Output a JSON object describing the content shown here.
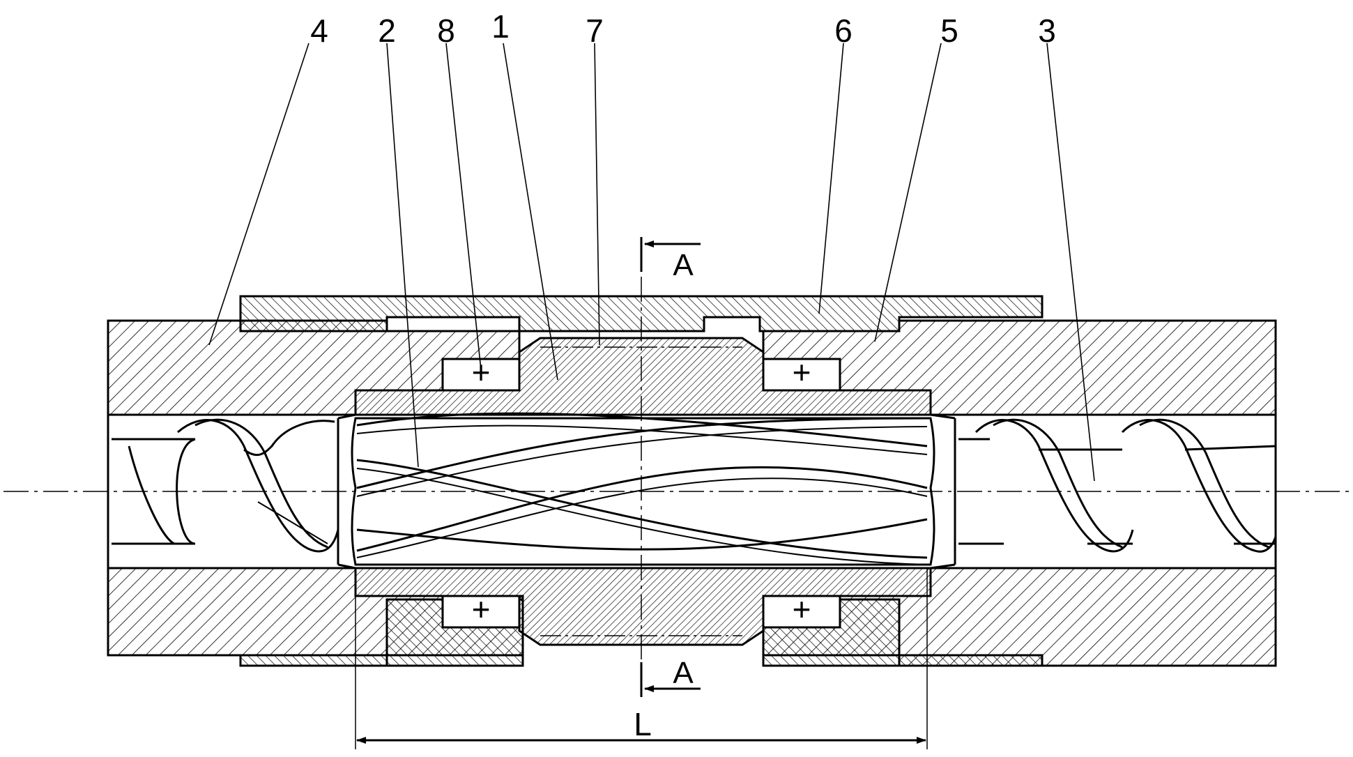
{
  "diagram": {
    "part_labels": [
      "4",
      "2",
      "8",
      "1",
      "7",
      "6",
      "5",
      "3"
    ],
    "section_label_top": "A",
    "section_label_bottom": "A",
    "dimension_label": "L",
    "plus_markers": [
      "+",
      "+",
      "+",
      "+"
    ]
  },
  "colors": {
    "ink": "#000000",
    "paper": "#ffffff"
  }
}
